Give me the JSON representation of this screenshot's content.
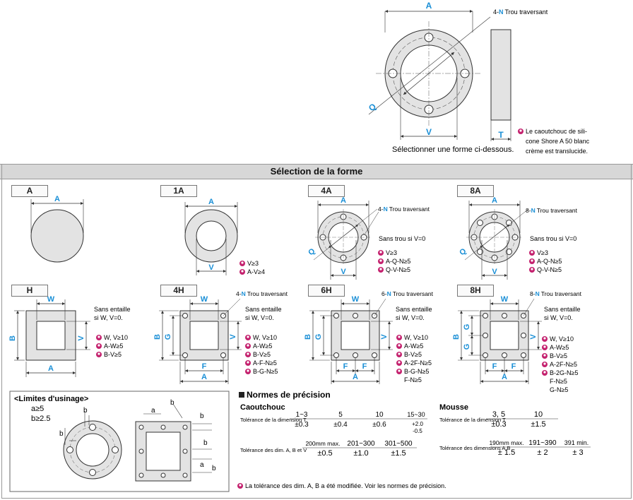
{
  "top_figure": {
    "dim_a": "A",
    "dim_q": "Q",
    "dim_v": "V",
    "dim_t": "T",
    "hole_prefix": "4-",
    "hole_n": "N",
    "hole_label": "Trou traversant",
    "select_note": "Sélectionner une forme ci-dessous.",
    "material_note": [
      "Le caoutchouc de sili-",
      "cone Shore A 50 blanc",
      "crème est translucide."
    ]
  },
  "section_title": "Sélection de la forme",
  "shapes": {
    "A": {
      "tag": "A",
      "dim_a": "A"
    },
    "1A": {
      "tag": "1A",
      "dim_a": "A",
      "dim_v": "V",
      "notes": [
        "V≥3",
        "A-V≥4"
      ]
    },
    "4A": {
      "tag": "4A",
      "dim_a": "A",
      "dim_q": "Q",
      "dim_v": "V",
      "hole_prefix": "4-",
      "hole_n": "N",
      "hole_label": "Trou traversant",
      "no_hole": "Sans trou si V=0",
      "notes": [
        "V≥3",
        "A-Q-N≥5",
        "Q-V-N≥5"
      ]
    },
    "8A": {
      "tag": "8A",
      "dim_a": "A",
      "dim_q": "Q",
      "dim_v": "V",
      "hole_prefix": "8-",
      "hole_n": "N",
      "hole_label": "Trou traversant",
      "no_hole": "Sans trou si V=0",
      "notes": [
        "V≥3",
        "A-Q-N≥5",
        "Q-V-N≥5"
      ]
    },
    "H": {
      "tag": "H",
      "dim_w": "W",
      "dim_b": "B",
      "dim_v": "V",
      "dim_a": "A",
      "no_notch": [
        "Sans entaille",
        "si W, V=0."
      ],
      "notes": [
        "W, V≥10",
        "A-W≥5",
        "B-V≥5"
      ]
    },
    "4H": {
      "tag": "4H",
      "dim_w": "W",
      "dim_b": "B",
      "dim_g": "G",
      "dim_v": "V",
      "dim_f": "F",
      "dim_a": "A",
      "hole_prefix": "4-",
      "hole_n": "N",
      "hole_label": "Trou traversant",
      "no_notch": [
        "Sans entaille",
        "si W, V=0."
      ],
      "notes": [
        "W, V≥10",
        "A-W≥5",
        "B-V≥5",
        "A-F-N≥5",
        "B-G-N≥5"
      ]
    },
    "6H": {
      "tag": "6H",
      "dim_w": "W",
      "dim_b": "B",
      "dim_g": "G",
      "dim_v": "V",
      "dim_f": "F",
      "dim_a": "A",
      "hole_prefix": "6-",
      "hole_n": "N",
      "hole_label": "Trou traversant",
      "no_notch": [
        "Sans entaille",
        "si W, V=0."
      ],
      "notes": [
        "W, V≥10",
        "A-W≥5",
        "B-V≥5",
        "A-2F-N≥5",
        "B-G-N≥5"
      ],
      "extra": "F-N≥5"
    },
    "8H": {
      "tag": "8H",
      "dim_w": "W",
      "dim_b": "B",
      "dim_g": "G",
      "dim_v": "V",
      "dim_f": "F",
      "dim_a": "A",
      "hole_prefix": "8-",
      "hole_n": "N",
      "hole_label": "Trou traversant",
      "no_notch": [
        "Sans entaille",
        "si W, V=0."
      ],
      "notes": [
        "W, V≥10",
        "A-W≥5",
        "B-V≥5",
        "A-2F-N≥5",
        "B-2G-N≥5"
      ],
      "extra": [
        "F-N≥5",
        "G-N≥5"
      ]
    }
  },
  "limits": {
    "title": "<Limites d'usinage>",
    "rules": [
      "a≥5",
      "b≥2.5"
    ],
    "dim_a": "a",
    "dim_b": "b"
  },
  "precision": {
    "title": "Normes de précision",
    "rubber": {
      "label": "Caoutchouc",
      "thickness_label": "Tolérance de la dimension T",
      "thickness_ranges": [
        "1~3",
        "5",
        "10",
        "15~30"
      ],
      "thickness_tols": [
        "±0.3",
        "±0.4",
        "±0.6"
      ],
      "last_tol": [
        "+2.0",
        "-0.5"
      ],
      "dims_label": "Tolérance des dim. A, B et V",
      "dims_ranges": [
        "200mm max.",
        "201~300",
        "301~500"
      ],
      "dims_tols": [
        "±0.5",
        "±1.0",
        "±1.5"
      ]
    },
    "foam": {
      "label": "Mousse",
      "thickness_label": "Tolérance de la dimension T",
      "thickness_ranges": [
        "3, 5",
        "10"
      ],
      "thickness_tols": [
        "±0.3",
        "±1.5"
      ],
      "dims_label": "Tolérance des dimensions A,B",
      "dims_ranges": [
        "190mm max.",
        "191~390",
        "391 min."
      ],
      "dims_tols": [
        "± 1.5",
        "± 2",
        "± 3"
      ]
    }
  },
  "footer_note": "La tolérance des dim. A, B a été modifiée. Voir les normes de précision.",
  "colors": {
    "accent": "#1a8fd6",
    "marker": "#c4216e",
    "fill": "#e3e3e3",
    "line": "#333333"
  }
}
